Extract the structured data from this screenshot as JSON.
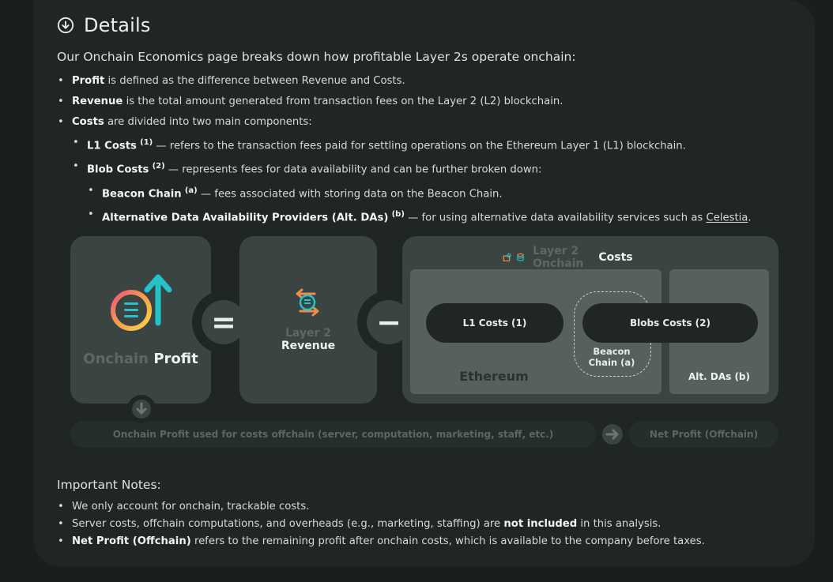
{
  "header": {
    "title": "Details",
    "icon": "circle-arrow-down-icon"
  },
  "intro": "Our Onchain Economics page breaks down how profitable Layer 2s operate onchain:",
  "bullets": {
    "profit_term": "Profit",
    "profit_text": " is defined as the difference between Revenue and Costs.",
    "revenue_term": "Revenue",
    "revenue_text": " is the total amount generated from transaction fees on the Layer 2 (L2) blockchain.",
    "costs_term": "Costs",
    "costs_text": " are divided into two main components:",
    "l1_term": "L1 Costs",
    "l1_sup": "(1)",
    "l1_text": " — refers to the transaction fees paid for settling operations on the Ethereum Layer 1 (L1) blockchain.",
    "blob_term": "Blob Costs",
    "blob_sup": "(2)",
    "blob_text": " — represents fees for data availability and can be further broken down:",
    "beacon_term": "Beacon Chain",
    "beacon_sup": "(a)",
    "beacon_text": " — fees associated with storing data on the Beacon Chain.",
    "altda_term": "Alternative Data Availability Providers (Alt. DAs)",
    "altda_sup": "(b)",
    "altda_text": " — for using alternative data availability services such as ",
    "altda_link": "Celestia",
    "altda_end": "."
  },
  "diagram": {
    "profit_label_a": "Onchain",
    "profit_label_b": "Profit",
    "equals": "=",
    "minus": "−",
    "revenue_label_a": "Layer 2",
    "revenue_label_b": "Revenue",
    "costs_title_a": "Layer 2 Onchain",
    "costs_title_b": "Costs",
    "l1_pill": "L1 Costs (1)",
    "blobs_pill": "Blobs Costs (2)",
    "beacon_label": "Beacon Chain (a)",
    "ethereum_label": "Ethereum",
    "altda_label": "Alt. DAs (b)",
    "offchain_bar": "Onchain Profit used for costs offchain (server, computation, marketing, staff, etc.)",
    "net_profit": "Net Profit (Offchain)"
  },
  "notes": {
    "title": "Important Notes:",
    "n1": "We only account for onchain, trackable costs.",
    "n2_a": "Server costs, offchain computations, and overheads (e.g., marketing, staffing) are ",
    "n2_b": "not included",
    "n2_c": " in this analysis.",
    "n3_a": "Net Profit (Offchain)",
    "n3_b": " refers to the remaining profit after onchain costs, which is available to the company before taxes."
  },
  "colors": {
    "accent_green": "#25c2c9",
    "accent_orange": "#f18a4a",
    "card": "#1f2624",
    "box": "#3a4543"
  }
}
